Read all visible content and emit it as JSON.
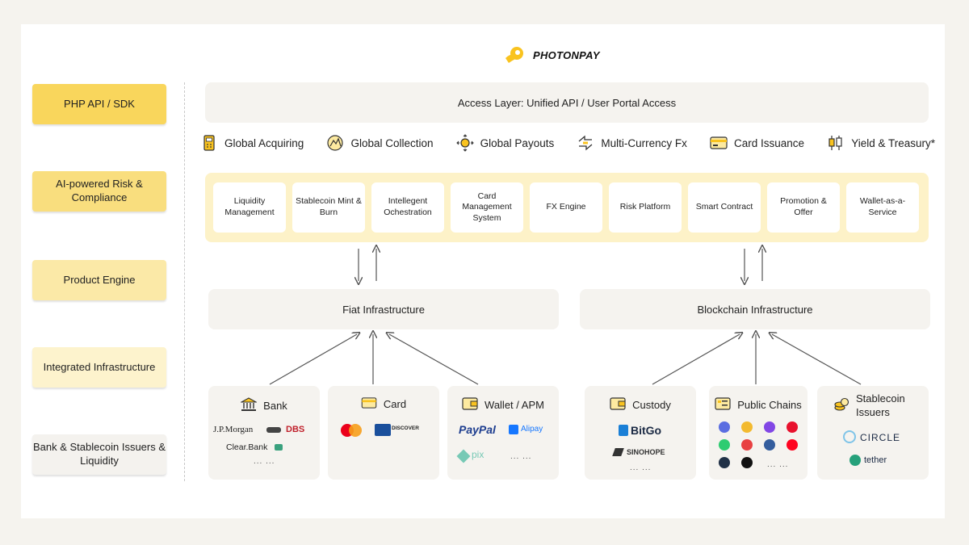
{
  "logo": {
    "text": "PHOTONPAY"
  },
  "sidebar": {
    "layers": [
      {
        "label": "PHP API / SDK"
      },
      {
        "label": "AI-powered Risk & Compliance"
      },
      {
        "label": "Product Engine"
      },
      {
        "label": "Integrated Infrastructure"
      },
      {
        "label": "Bank & Stablecoin Issuers & Liquidity"
      }
    ]
  },
  "access_layer": {
    "label": "Access Layer: Unified API / User Portal Access"
  },
  "services": [
    {
      "label": "Global Acquiring",
      "icon": "pos-terminal-icon"
    },
    {
      "label": "Global Collection",
      "icon": "collection-icon"
    },
    {
      "label": "Global Payouts",
      "icon": "payouts-icon"
    },
    {
      "label": "Multi-Currency Fx",
      "icon": "exchange-icon"
    },
    {
      "label": "Card Issuance",
      "icon": "card-icon"
    },
    {
      "label": "Yield & Treasury*",
      "icon": "candlestick-icon"
    }
  ],
  "engine_modules": [
    "Liquidity Management",
    "Stablecoin Mint & Burn",
    "Intellegent Ochestration",
    "Card Management System",
    "FX Engine",
    "Risk Platform",
    "Smart Contract",
    "Promotion & Offer",
    "Wallet-as-a-Service"
  ],
  "infrastructure": {
    "fiat": "Fiat Infrastructure",
    "blockchain": "Blockchain Infrastructure"
  },
  "providers": {
    "bank": {
      "title": "Bank",
      "brands": [
        "J.P.Morgan",
        "DBS",
        "Clear.Bank"
      ],
      "more": "... ..."
    },
    "card": {
      "title": "Card",
      "brands": [
        "DISCOVER"
      ]
    },
    "wallet": {
      "title": "Wallet / APM",
      "brands": [
        "PayPal",
        "Alipay",
        "pix"
      ],
      "more": "... ..."
    },
    "custody": {
      "title": "Custody",
      "brands": [
        "BitGo",
        "SINOHOPE"
      ],
      "more": "... ..."
    },
    "chains": {
      "title": "Public Chains",
      "more": "... ..."
    },
    "stablecoin": {
      "title": "Stablecoin Issuers",
      "brands": [
        "CIRCLE",
        "tether"
      ]
    }
  },
  "colors": {
    "accent": "#f9c31f",
    "layer1": "#f9d65c",
    "layer2": "#f9de7e",
    "layer3": "#fbe9a7",
    "layer4": "#fdf3cd",
    "layer5": "#f4f2ee",
    "engine_bg": "#fdf2c8",
    "panel_bg": "#f5f3ef"
  }
}
